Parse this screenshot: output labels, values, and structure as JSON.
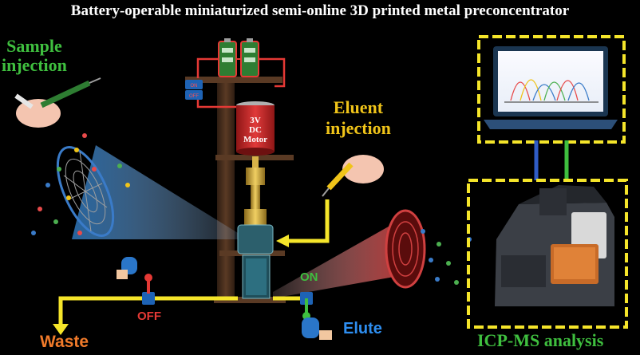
{
  "title": "Battery-operable miniaturized semi-online 3D printed metal preconcentrator",
  "labels": {
    "sample_line1": "Sample",
    "sample_line2": "injection",
    "eluent_line1": "Eluent",
    "eluent_line2": "injection",
    "motor_line1": "3V",
    "motor_line2": "DC",
    "motor_line3": "Motor",
    "waste": "Waste",
    "elute": "Elute",
    "icp": "ICP-MS analysis",
    "valve_on": "ON",
    "valve_off": "OFF"
  },
  "colors": {
    "background": "#000000",
    "pipe": "#f5e52a",
    "sample_text": "#3fbf3f",
    "eluent_text": "#f0c419",
    "waste_text": "#f07a2a",
    "elute_text": "#2e8ef0",
    "dashed_box": "#f5e52a",
    "battery": "#4caf50",
    "wire": "#e53935",
    "wood": "#4a2f1e"
  }
}
